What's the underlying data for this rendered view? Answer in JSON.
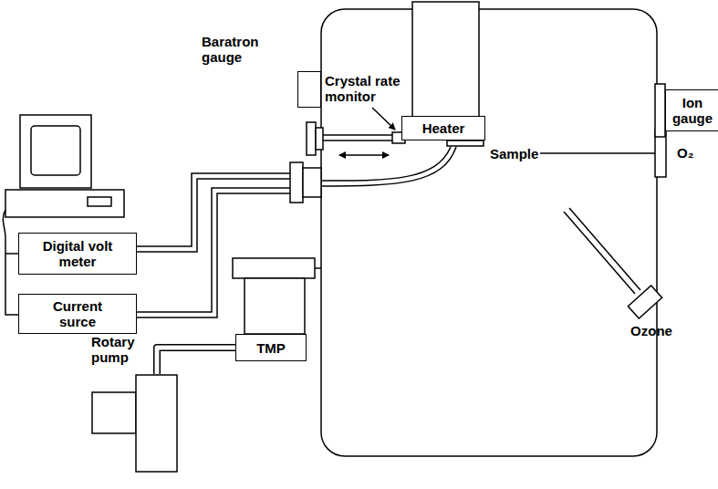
{
  "diagram": {
    "nodes": [
      {
        "text": [
          "Baratron gauge"
        ]
      },
      {
        "text": [
          "Heater"
        ]
      },
      {
        "text": [
          "Ion gauge"
        ]
      },
      {
        "text": [
          "Digital volt meter"
        ]
      },
      {
        "text": [
          "Current surce"
        ]
      },
      {
        "text": [
          "TMP"
        ]
      },
      {
        "text": [
          "Rotary pump"
        ]
      },
      {
        "text": [
          "Ozone"
        ]
      }
    ],
    "edges": [
      {
        "from": 6,
        "to": 5,
        "arrow": "none"
      }
    ],
    "labels": [
      "Crystal rate monitor",
      "Sample",
      "O₂"
    ]
  }
}
